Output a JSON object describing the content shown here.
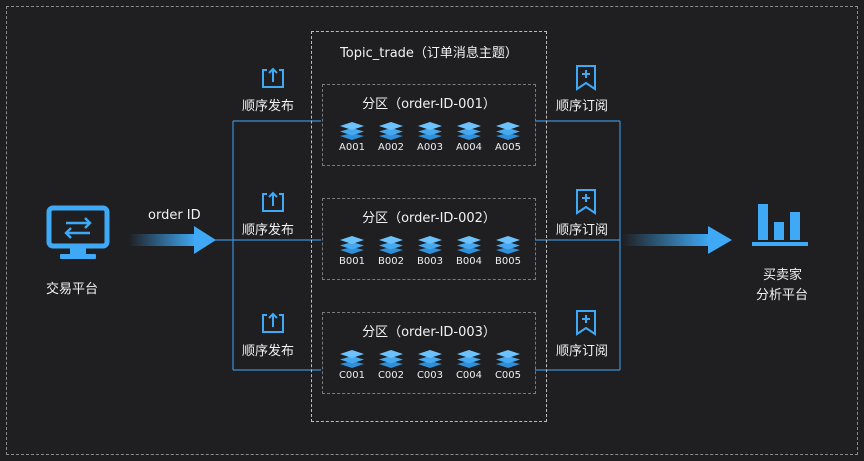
{
  "topic": {
    "title": "Topic_trade（订单消息主题）"
  },
  "source": {
    "label": "交易平台",
    "arrow_label": "order ID"
  },
  "target": {
    "label_line1": "买卖家",
    "label_line2": "分析平台"
  },
  "publish": {
    "label": "顺序发布"
  },
  "subscribe": {
    "label": "顺序订阅"
  },
  "partitions": [
    {
      "title": "分区（order-ID-001）",
      "messages": [
        "A001",
        "A002",
        "A003",
        "A004",
        "A005"
      ]
    },
    {
      "title": "分区（order-ID-002）",
      "messages": [
        "B001",
        "B002",
        "B003",
        "B004",
        "B005"
      ]
    },
    {
      "title": "分区（order-ID-003）",
      "messages": [
        "C001",
        "C002",
        "C003",
        "C004",
        "C005"
      ]
    }
  ],
  "colors": {
    "accent": "#3fa9f5",
    "line": "#3a8fd6",
    "background": "#1f1f21"
  },
  "icons": [
    "monitor-transfer-icon",
    "upload-icon",
    "bookmark-plus-icon",
    "bar-chart-icon",
    "layers-stack-icon"
  ]
}
